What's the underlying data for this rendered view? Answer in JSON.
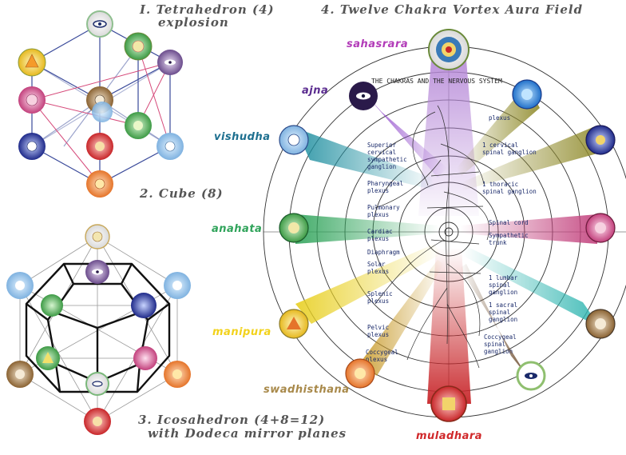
{
  "headings": {
    "h1_line1": "I. Tetrahedron (4)",
    "h1_line2": "explosion",
    "h2": "2. Cube (8)",
    "h3_line1": "3. Icosahedron (4+8=12)",
    "h3_line2": "with Dodeca mirror planes",
    "h4": "4. Twelve Chakra Vortex Aura Field"
  },
  "chakra_labels": {
    "sahasrara": "sahasrara",
    "ajna": "ajna",
    "vishudha": "vishudha",
    "anahata": "anahata",
    "manipura": "manipura",
    "swadhisthana": "swadhisthana",
    "muladhara": "muladhara"
  },
  "colors": {
    "sahasrara": "#b23bb8",
    "ajna": "#5a2b8f",
    "vishudha": "#1d6f8f",
    "anahata": "#2fa35a",
    "manipura": "#f2d21b",
    "swadhisthana": "#a8894a",
    "muladhara": "#d0282a",
    "heading": "#555555"
  },
  "nervous_system": {
    "title": "THE CHAKRAS AND THE NERVOUS SYSTEM",
    "left_labels": [
      "Superior",
      "cervical",
      "sympathetic",
      "ganglion",
      "Pharyngeal",
      "plexus",
      "Pulmonary",
      "plexus",
      "Cardiac",
      "plexus",
      "Diaphragm",
      "Solar",
      "plexus",
      "Splenic",
      "plexus",
      "Pelvic",
      "plexus",
      "Coccygeal",
      "plexus"
    ],
    "right_labels": [
      "plexus",
      "1 cervical",
      "spinal ganglion",
      "1 thoracic",
      "spinal ganglion",
      "Spinal cord",
      "Sympathetic",
      "trunk",
      "1 lumbar",
      "spinal",
      "ganglion",
      "1 sacral",
      "spinal",
      "ganglion",
      "Coccygeal",
      "spinal",
      "ganglion"
    ]
  }
}
